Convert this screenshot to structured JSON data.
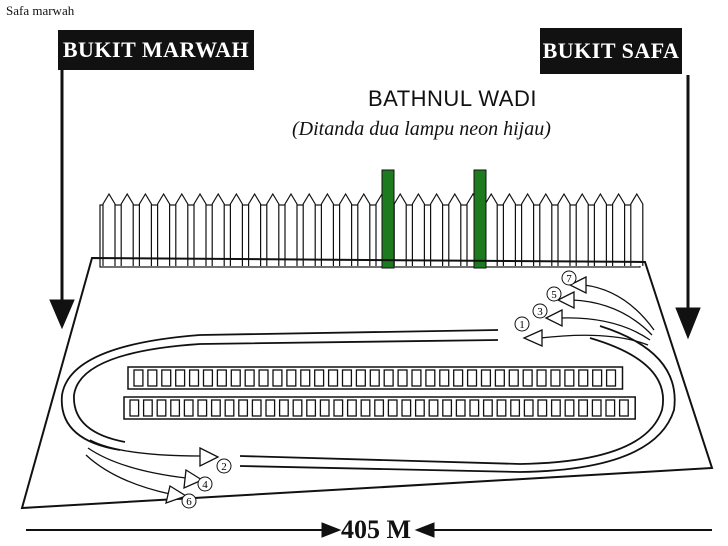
{
  "caption": "Safa marwah",
  "signs": {
    "left": "BUKIT MARWAH",
    "right": "BUKIT SAFA"
  },
  "title": "BATHNUL WADI",
  "subtitle": "(Ditanda dua lampu neon hijau)",
  "distance": "405 M",
  "lap_numbers": [
    "1",
    "2",
    "3",
    "4",
    "5",
    "6",
    "7"
  ],
  "colors": {
    "neon_light": "#1e7a1e",
    "ink": "#111111"
  }
}
